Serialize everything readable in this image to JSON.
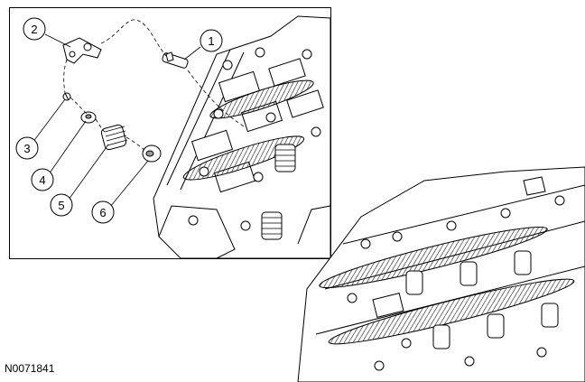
{
  "figure_id": "N0071841",
  "callouts": [
    {
      "id": "1",
      "label": "1"
    },
    {
      "id": "2",
      "label": "2"
    },
    {
      "id": "3",
      "label": "3"
    },
    {
      "id": "4",
      "label": "4"
    },
    {
      "id": "5",
      "label": "5"
    },
    {
      "id": "6",
      "label": "6"
    }
  ]
}
